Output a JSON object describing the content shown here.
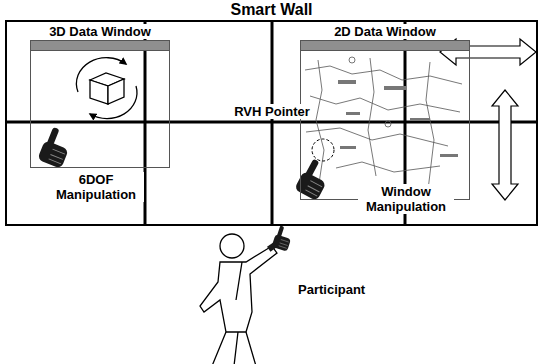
{
  "diagram": {
    "nodes": [
      {
        "text": [
          "Smart Wall"
        ]
      },
      {
        "text": [
          "3D Data Window"
        ],
        "in": 0
      },
      {
        "text": [
          "2D Data Window"
        ],
        "in": 0
      }
    ],
    "labels": [
      "RVH Pointer",
      "6DOF Manipulation",
      "Window Manipulation",
      "Participant"
    ]
  }
}
